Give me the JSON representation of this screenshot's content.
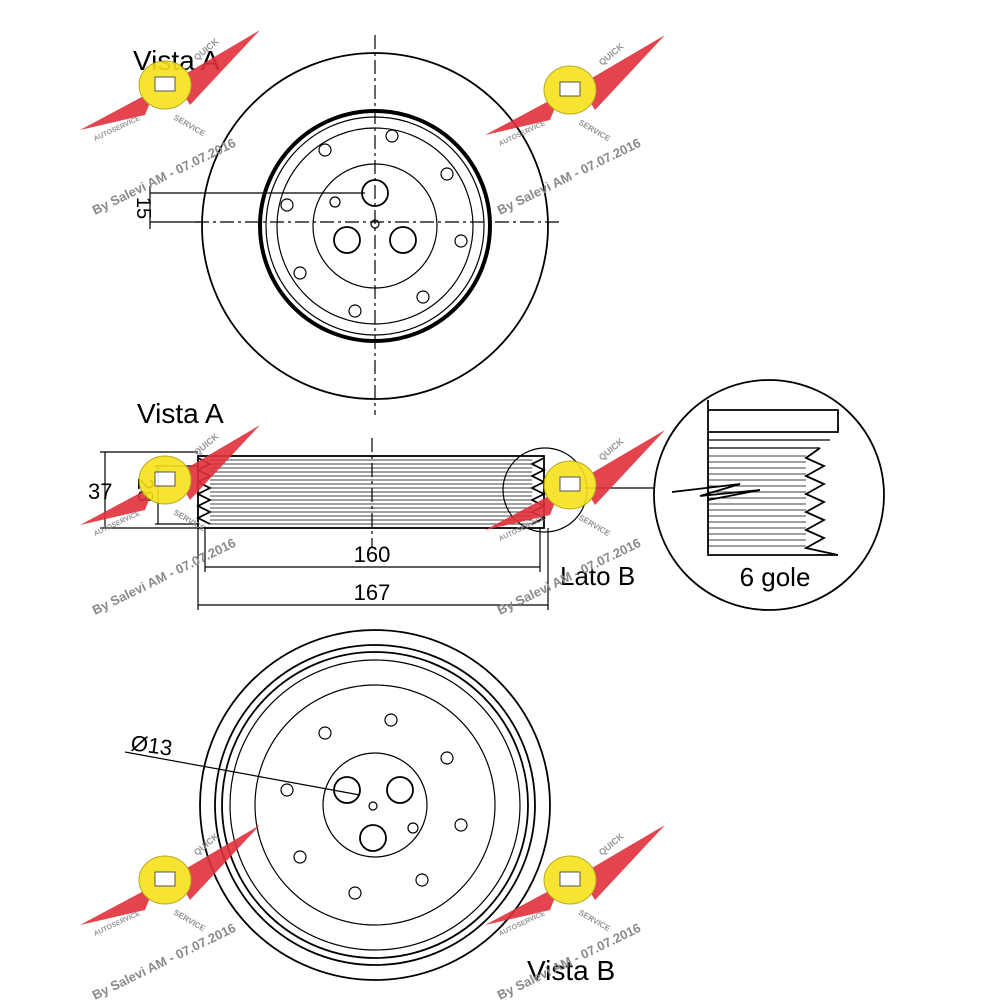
{
  "views": {
    "top_label": "Vista A",
    "middle_label": "Vista A",
    "bottom_label": "Vista B",
    "side_label": "Lato B"
  },
  "dimensions": {
    "offset": "15",
    "height_outer": "37",
    "height_inner": "28",
    "width_inner": "160",
    "width_outer": "167",
    "hole_diameter": "Ø13",
    "grooves": "6 gole"
  },
  "watermark": {
    "text": "By Salevi AM - 07.07.2016",
    "badge_top": "QUICK",
    "badge_bottom": "SERVICE",
    "badge_left": "AUTOSERVICE",
    "colors": {
      "wing": "#e0303a",
      "badge": "#f7e21a",
      "text": "#8a8a8a"
    }
  }
}
